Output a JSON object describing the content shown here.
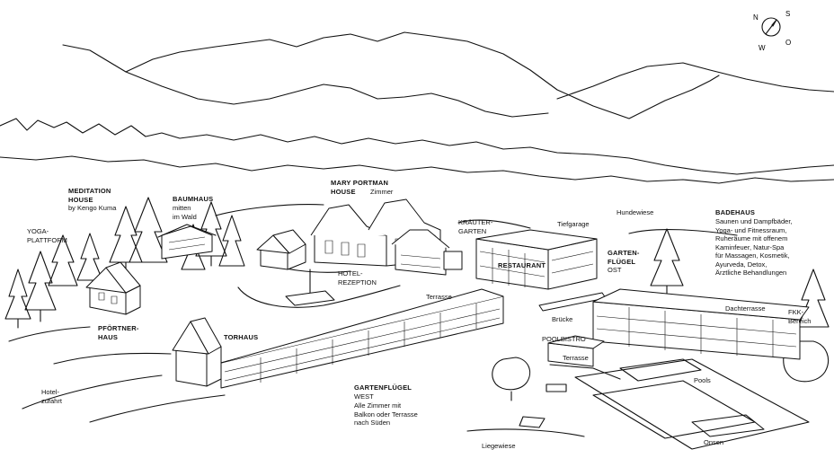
{
  "labels": {
    "meditation_title": "MEDITATION\nHOUSE",
    "meditation_sub": "by Kengo Kuma",
    "yoga": "YOGA-\nPLATTFORM",
    "baumhaus_title": "BAUMHAUS",
    "baumhaus_sub": "mitten\nim Wald",
    "mary_title": "MARY PORTMAN\nHOUSE",
    "mary_sub": "Zimmer",
    "kraeuter": "KRÄUTER-\nGARTEN",
    "tiefgarage": "Tiefgarage",
    "hundewiese": "Hundewiese",
    "badehaus_title": "BADEHAUS",
    "badehaus_desc": "Saunen und Dampfbäder,\nYoga- und Fitnessraum,\nRuheräume mit offenem\nKaminfeuer, Natur-Spa\nfür Massagen, Kosmetik,\nAyurveda, Detox,\nÄrztliche Behandlungen",
    "gartenfluegel_ost_title": "GARTEN-\nFLÜGEL",
    "gartenfluegel_ost_sub": "OST",
    "restaurant": "RESTAURANT",
    "hotel_rezeption": "HOTEL-\nREZEPTION",
    "terrasse_1": "Terrasse",
    "pfoertner": "PFÖRTNER-\nHAUS",
    "torhaus": "TORHAUS",
    "bruecke": "Brücke",
    "poolbistro": "POOLBISTRO",
    "terrasse_2": "Terrasse",
    "dachterrasse": "Dachterrasse",
    "fkk": "FKK-\nBereich",
    "pools": "Pools",
    "onsen": "Onsen",
    "hotelzufahrt": "Hotel-\nzufahrt",
    "gartenfluegel_west_title": "GARTENFLÜGEL",
    "gartenfluegel_west_sub": "WEST",
    "gartenfluegel_west_desc": "Alle Zimmer mit\nBalkon oder Terrasse\nnach Süden",
    "liegewiese": "Liegewiese"
  },
  "compass": {
    "letters": [
      "N",
      "S",
      "O",
      "W"
    ],
    "icon": "compass-icon"
  },
  "colors": {
    "ink": "#111111",
    "background": "#ffffff"
  }
}
